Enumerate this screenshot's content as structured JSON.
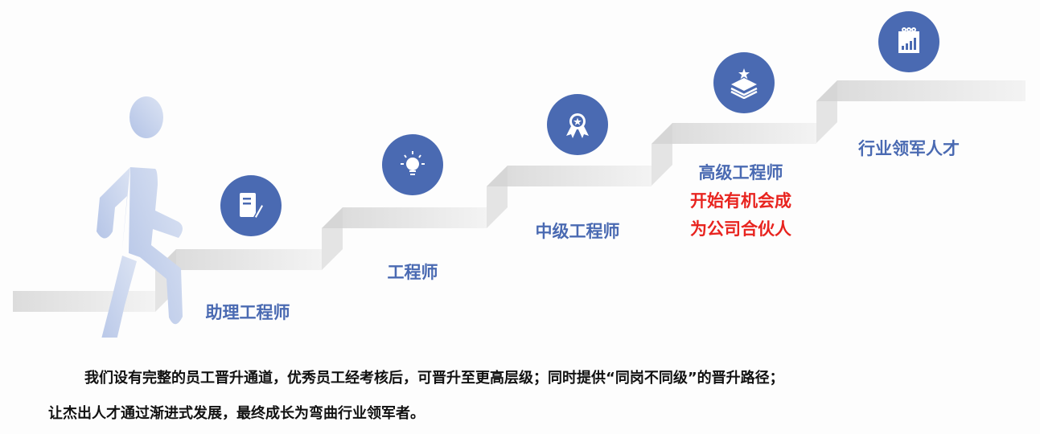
{
  "steps": [
    {
      "title": "助理工程师",
      "icon": "document-pen-icon"
    },
    {
      "title": "工程师",
      "icon": "lightbulb-icon"
    },
    {
      "title": "中级工程师",
      "icon": "award-ribbon-icon"
    },
    {
      "title": "高级工程师",
      "subtitle_lines": [
        "开始有机会成",
        "为公司合伙人"
      ],
      "icon": "layers-star-icon"
    },
    {
      "title": "行业领军人才",
      "icon": "calendar-chart-icon"
    }
  ],
  "description": {
    "line1": "我们设有完整的员工晋升通道，优秀员工经考核后，可晋升至更高层级；同时提供“同岗不同级”的晋升路径；",
    "line2": "让杰出人才通过渐进式发展，最终成长为弯曲行业领军者。"
  },
  "colors": {
    "accent": "#4a6ab2",
    "highlight": "#e8241f",
    "figure": "#c9d4ec"
  }
}
